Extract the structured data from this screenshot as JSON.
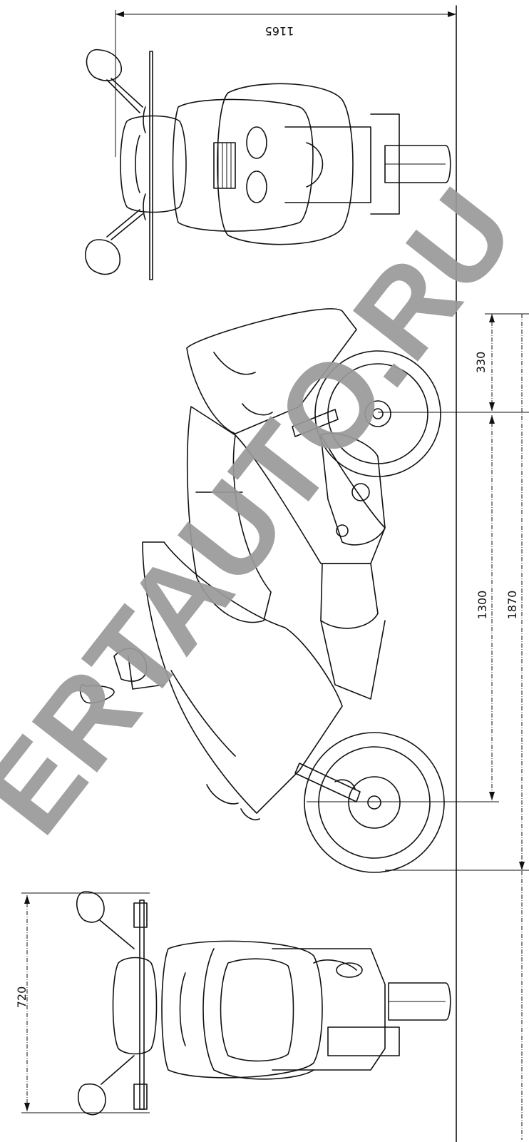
{
  "dimensions": {
    "overall_height": "1165",
    "front_wheel_offset": "330",
    "wheelbase": "1300",
    "overall_length": "1870",
    "handlebar_width": "720"
  },
  "watermark": "ERTAUTO.RU"
}
